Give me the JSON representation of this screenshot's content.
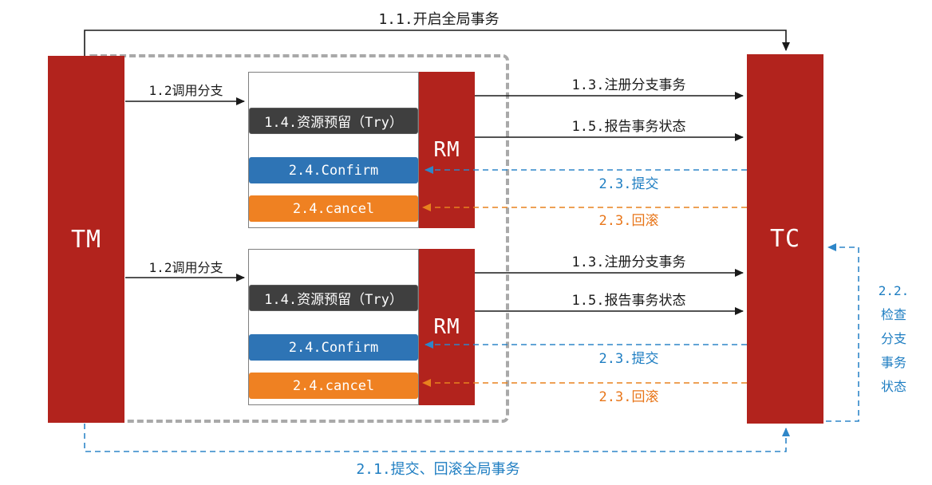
{
  "diagram": {
    "nodes": {
      "tm": "TM",
      "tc": "TC",
      "rm": "RM"
    },
    "branch_box": {
      "try": "1.4.资源预留（Try）",
      "confirm": "2.4.Confirm",
      "cancel": "2.4.cancel"
    },
    "flows": {
      "open_global": "1.1.开启全局事务",
      "call_branch": "1.2调用分支",
      "register_branch": "1.3.注册分支事务",
      "report_status": "1.5.报告事务状态",
      "commit_branch": "2.3.提交",
      "rollback_branch": "2.3.回滚",
      "global_commit_rollback": "2.1.提交、回滚全局事务",
      "check_branch_status": "2.2.\n检查\n分支\n事务\n状态"
    },
    "colors": {
      "node_red": "#b2231d",
      "try_dark": "#3f3f3f",
      "confirm_blue": "#2e74b5",
      "cancel_orange": "#ef8122",
      "arrow_black": "#1a1a1a",
      "arrow_blue": "#2e86c8",
      "arrow_orange": "#e8821e",
      "boundary_gray": "#a9a9a9"
    }
  }
}
